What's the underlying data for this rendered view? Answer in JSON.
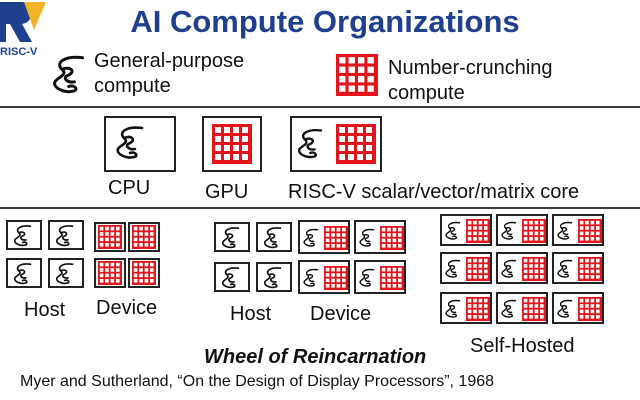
{
  "slide": {
    "title": "AI Compute Organizations",
    "logo_text": "RISC-V",
    "legend": {
      "general_purpose": [
        "General-purpose",
        "compute"
      ],
      "number_crunching": [
        "Number-crunching",
        "compute"
      ]
    },
    "cores": {
      "cpu": "CPU",
      "gpu": "GPU",
      "riscv": "RISC-V scalar/vector/matrix core"
    },
    "systems": {
      "host_1": "Host",
      "device_1": "Device",
      "host_2": "Host",
      "device_2": "Device",
      "self_hosted": "Self-Hosted"
    },
    "wheel_title": "Wheel of Reincarnation",
    "citation": "Myer and Sutherland, “On the Design of Display Processors”, 1968"
  },
  "colors": {
    "title_blue": "#1f3f8f",
    "crunch_red": "#e3151b",
    "logo_gold": "#f2b52a"
  },
  "icons": {
    "general_purpose": "squiggle-icon",
    "number_crunching": "grid-icon"
  }
}
